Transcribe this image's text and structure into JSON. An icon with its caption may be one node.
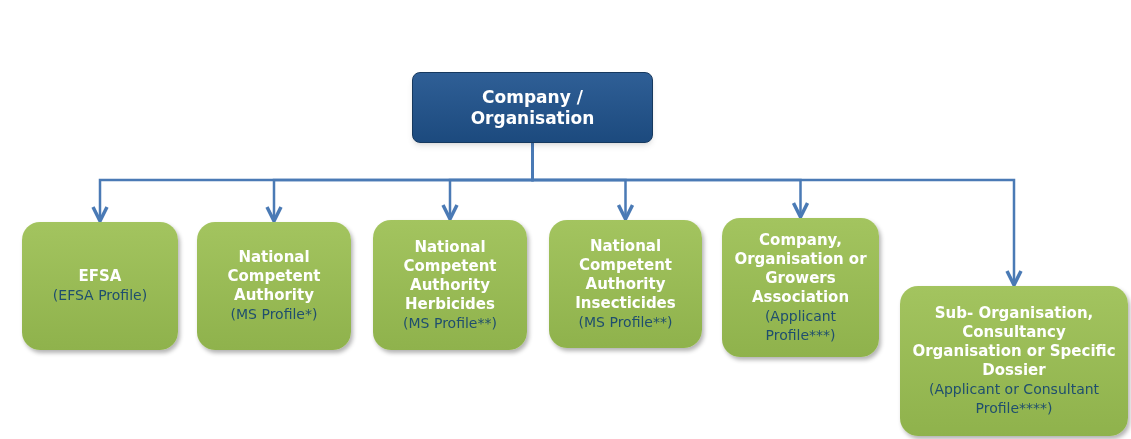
{
  "diagram": {
    "nodes": [
      {
        "text": [
          "Company / Organisation"
        ]
      },
      {
        "text": [
          "EFSA",
          "(EFSA Profile)"
        ]
      },
      {
        "text": [
          "National Competent Authority",
          "(MS Profile*)"
        ]
      },
      {
        "text": [
          "National Competent Authority Herbicides",
          "(MS Profile**)"
        ]
      },
      {
        "text": [
          "National Competent Authority Insecticides",
          "(MS Profile**)"
        ]
      },
      {
        "text": [
          "Company, Organisation or Growers Association",
          "(Applicant Profile***)"
        ]
      },
      {
        "text": [
          "Sub- Organisation, Consultancy Organisation or Specific Dossier",
          "(Applicant or Consultant Profile****)"
        ]
      }
    ],
    "edges": [
      {
        "from": 0,
        "to": 1,
        "arrow": "to"
      },
      {
        "from": 0,
        "to": 2,
        "arrow": "to"
      },
      {
        "from": 0,
        "to": 3,
        "arrow": "to"
      },
      {
        "from": 0,
        "to": 4,
        "arrow": "to"
      },
      {
        "from": 0,
        "to": 5,
        "arrow": "to"
      },
      {
        "from": 0,
        "to": 6,
        "arrow": "to"
      }
    ]
  }
}
